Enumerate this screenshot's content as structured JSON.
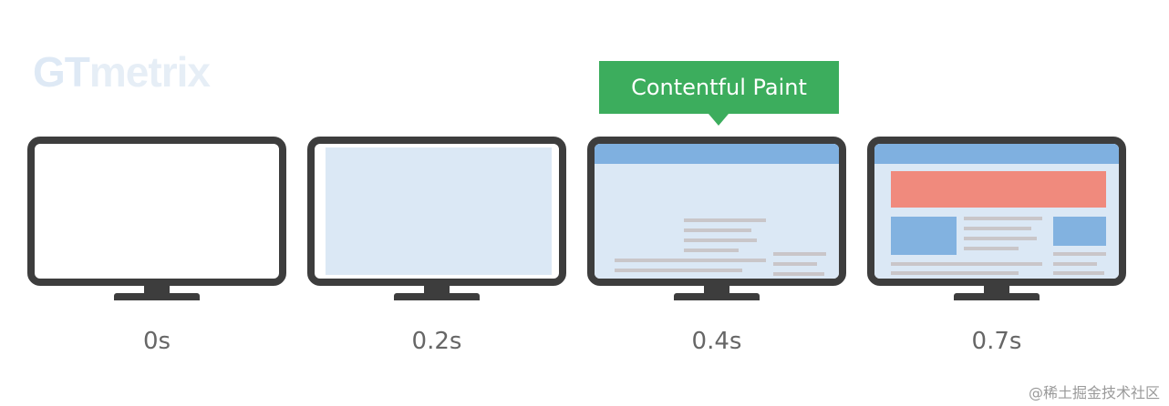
{
  "logo": {
    "part1": "GT",
    "part2": "metrix"
  },
  "callout": {
    "label": "Contentful Paint"
  },
  "frames": [
    {
      "time": "0s"
    },
    {
      "time": "0.2s"
    },
    {
      "time": "0.4s"
    },
    {
      "time": "0.7s"
    }
  ],
  "watermark": "@稀土掘金技术社区",
  "colors": {
    "frame": "#3d3d3d",
    "page_background": "#dbe8f5",
    "header_bar": "#7fb0e0",
    "hero_banner": "#f08a7d",
    "content_box": "#82b2e0",
    "text_line": "#c9c6c9",
    "callout": "#3cad5d"
  }
}
